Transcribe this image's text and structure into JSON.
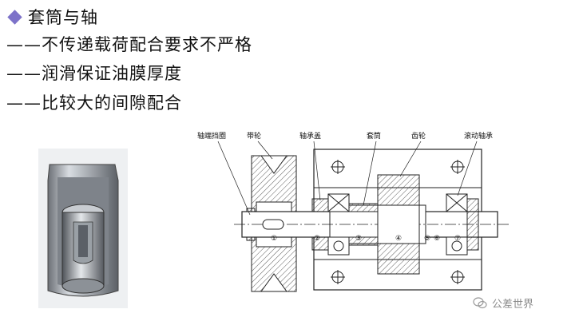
{
  "slide": {
    "title": "套筒与轴",
    "lines": [
      "——不传递载荷配合要求不严格",
      "——润滑保证油膜厚度",
      "——比较大的间隙配合"
    ]
  },
  "drawing": {
    "labels": [
      "轴端挡圈",
      "带轮",
      "轴承盖",
      "套筒",
      "齿轮",
      "滚动轴承"
    ],
    "markers": [
      "①",
      "②",
      "③",
      "④",
      "⑤",
      "⑥",
      "⑦"
    ]
  },
  "watermark": {
    "text": "公差世界"
  },
  "colors": {
    "bullet": "#7d72c9"
  }
}
